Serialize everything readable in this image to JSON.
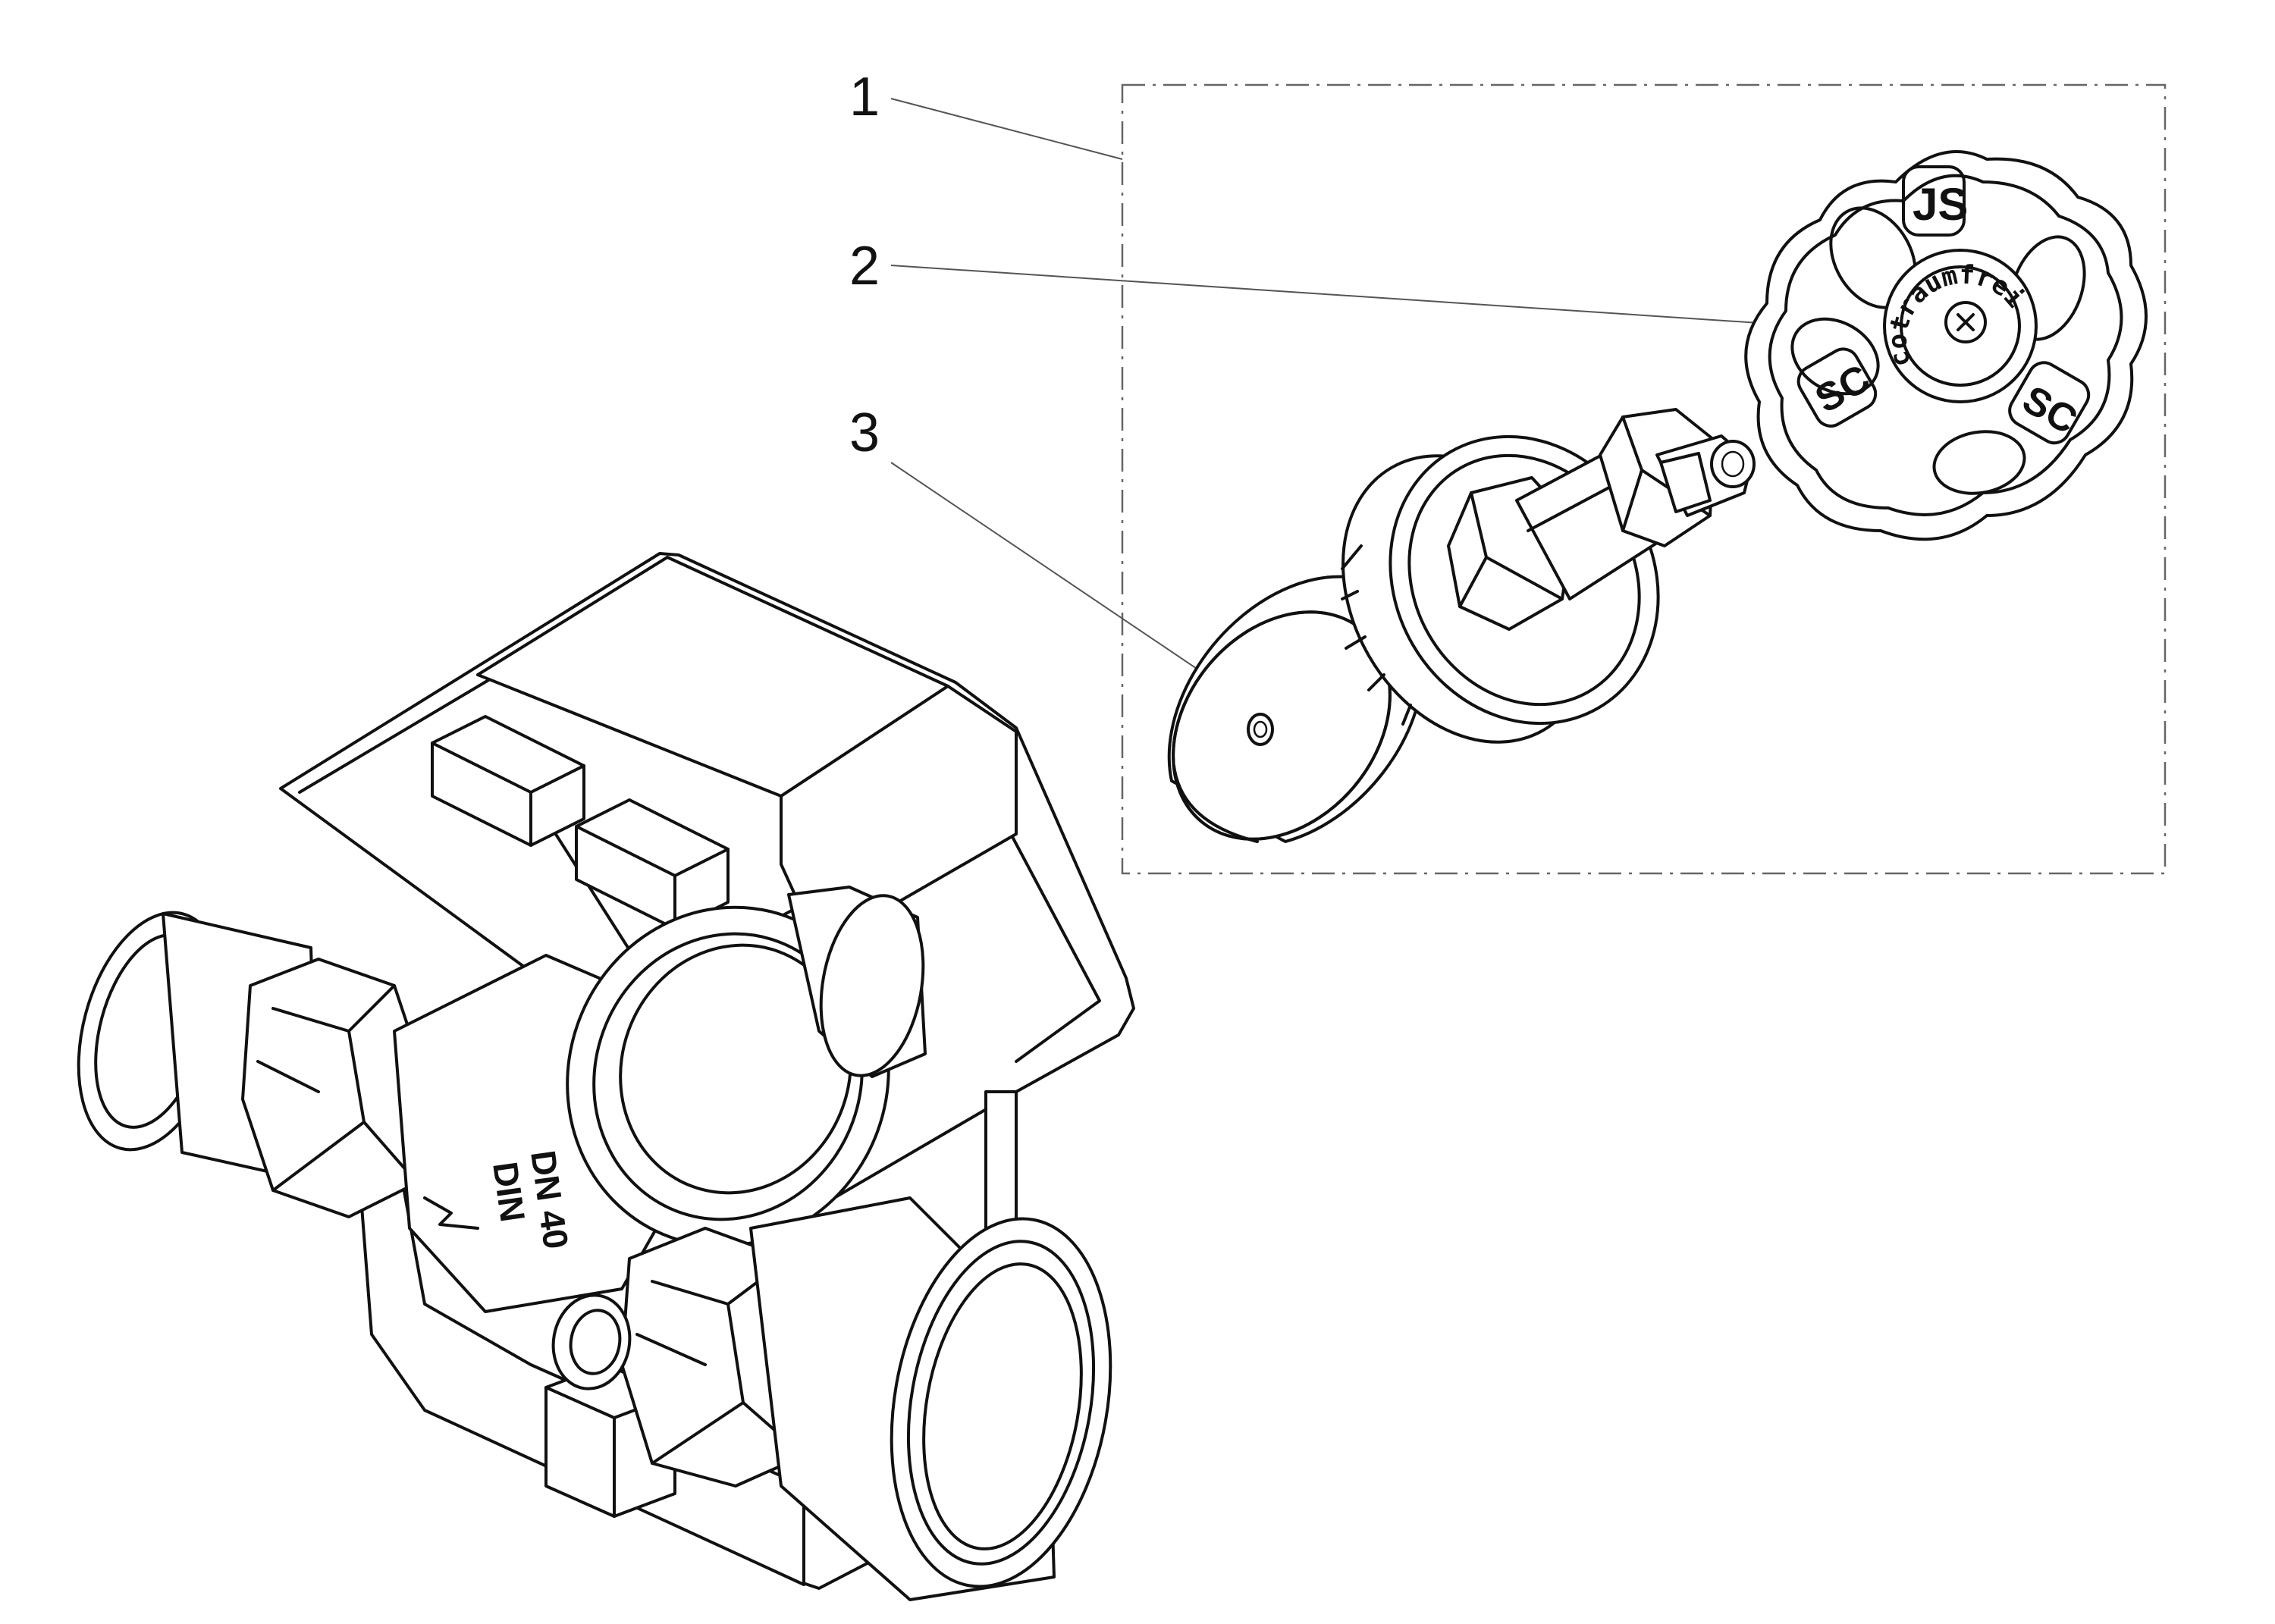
{
  "diagram": {
    "callouts": [
      {
        "id": "1",
        "label": "1"
      },
      {
        "id": "2",
        "label": "2"
      },
      {
        "id": "3",
        "label": "3"
      }
    ],
    "body_markings": [
      "DN 40",
      "DIN"
    ],
    "handwheel_text": "cotraumfrei",
    "line_color": "#111111",
    "background": "#ffffff"
  }
}
